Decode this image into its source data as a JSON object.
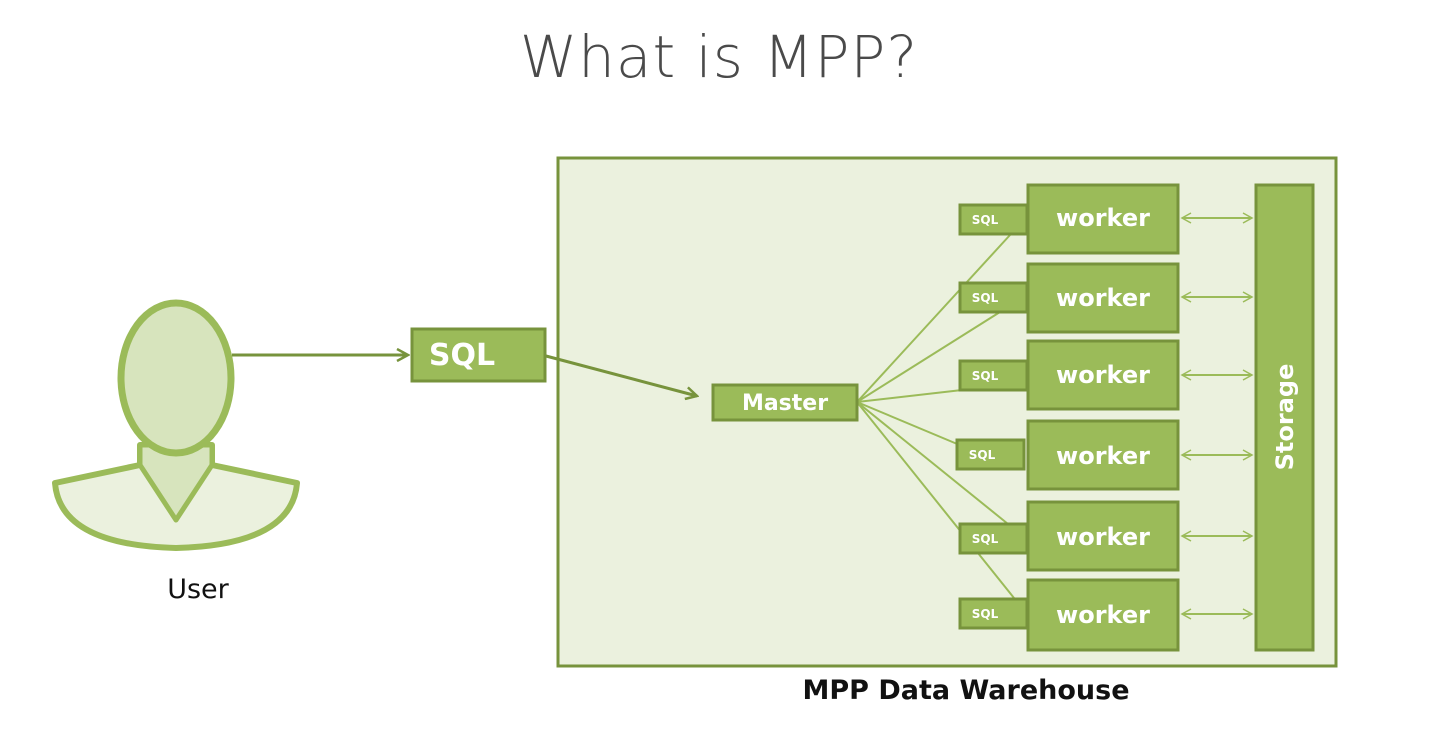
{
  "title": "What is MPP?",
  "user": {
    "label": "User",
    "icon": "user-icon"
  },
  "sql_query": {
    "label": "SQL"
  },
  "warehouse": {
    "label": "MPP Data Warehouse",
    "master_label": "Master",
    "storage_label": "Storage",
    "workers": [
      {
        "label": "worker",
        "sql_label": "SQL"
      },
      {
        "label": "worker",
        "sql_label": "SQL"
      },
      {
        "label": "worker",
        "sql_label": "SQL"
      },
      {
        "label": "worker",
        "sql_label": "SQL"
      },
      {
        "label": "worker",
        "sql_label": "SQL"
      },
      {
        "label": "worker",
        "sql_label": "SQL"
      }
    ]
  },
  "colors": {
    "box_fill": "#9bbb59",
    "box_border": "#77933c",
    "panel_fill": "#ebf1de",
    "icon_fill": "#d7e4bd",
    "arrow": "#77933c",
    "connector": "#9bbb59"
  }
}
